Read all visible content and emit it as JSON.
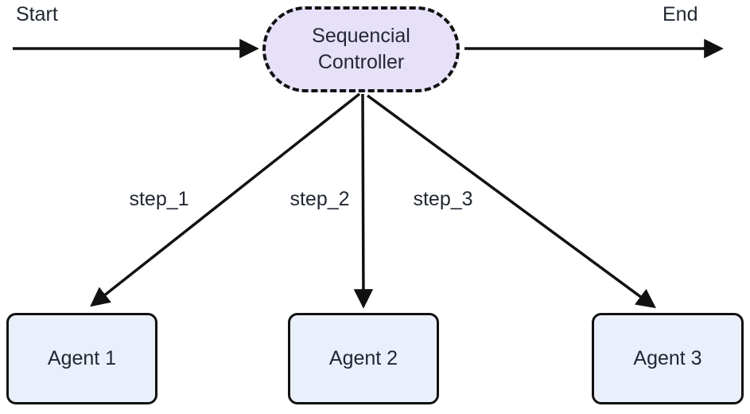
{
  "theme": {
    "background": "#ffffff",
    "stroke": "#111111",
    "text_color": "#222833",
    "controller_fill": "#e7e0f9",
    "agent_fill": "#eaf0fb"
  },
  "terminals": {
    "start": "Start",
    "end": "End"
  },
  "controller": {
    "name": "Sequencial Controller",
    "line1": "Sequencial",
    "line2": "Controller"
  },
  "edges": {
    "steps": [
      {
        "label": "step_1"
      },
      {
        "label": "step_2"
      },
      {
        "label": "step_3"
      }
    ]
  },
  "agents": [
    {
      "label": "Agent 1"
    },
    {
      "label": "Agent 2"
    },
    {
      "label": "Agent 3"
    }
  ]
}
